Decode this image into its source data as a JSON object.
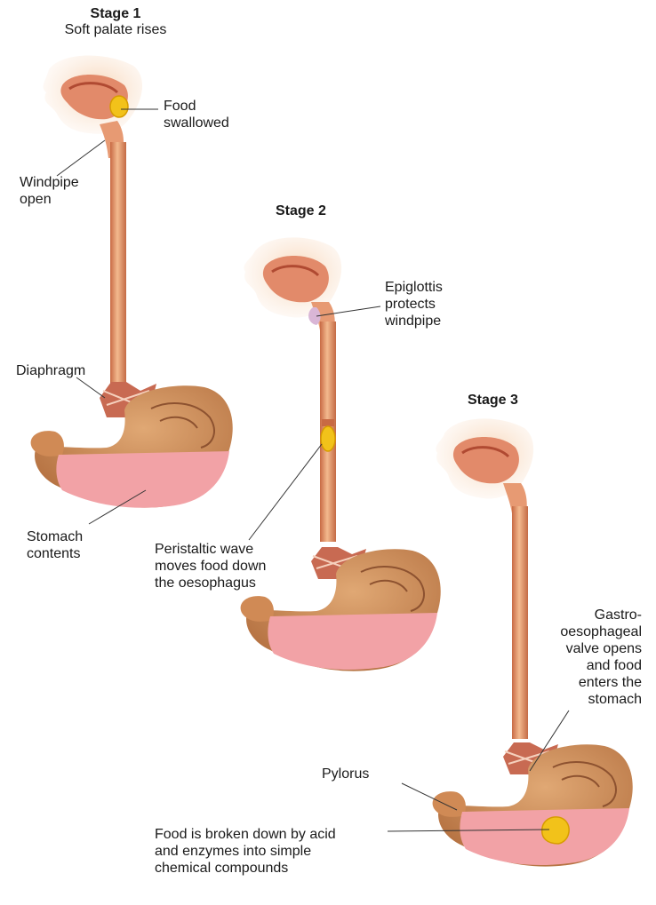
{
  "stage1": {
    "title": "Stage 1",
    "subtitle": "Soft palate rises",
    "labels": {
      "food": "Food\nswallowed",
      "windpipe": "Windpipe\nopen",
      "diaphragm": "Diaphragm",
      "stomach_contents": "Stomach\ncontents"
    }
  },
  "stage2": {
    "title": "Stage 2",
    "labels": {
      "epiglottis": "Epiglottis\nprotects\nwindpipe",
      "peristaltic": "Peristaltic wave\nmoves food down\nthe oesophagus"
    }
  },
  "stage3": {
    "title": "Stage 3",
    "labels": {
      "valve": "Gastro-\noesophageal\nvalve opens\nand food\nenters the\nstomach",
      "pylorus": "Pylorus",
      "broken_down": "Food is broken down by acid\nand enzymes into simple\nchemical compounds"
    }
  },
  "colors": {
    "tissue_light": "#f6c79e",
    "tissue_mid": "#e79a73",
    "tissue_dark": "#c8613f",
    "stomach_wall": "#c88451",
    "stomach_inner": "#d79a62",
    "contents": "#f2a2a6",
    "food": "#f2c21a",
    "leader": "#333333"
  }
}
